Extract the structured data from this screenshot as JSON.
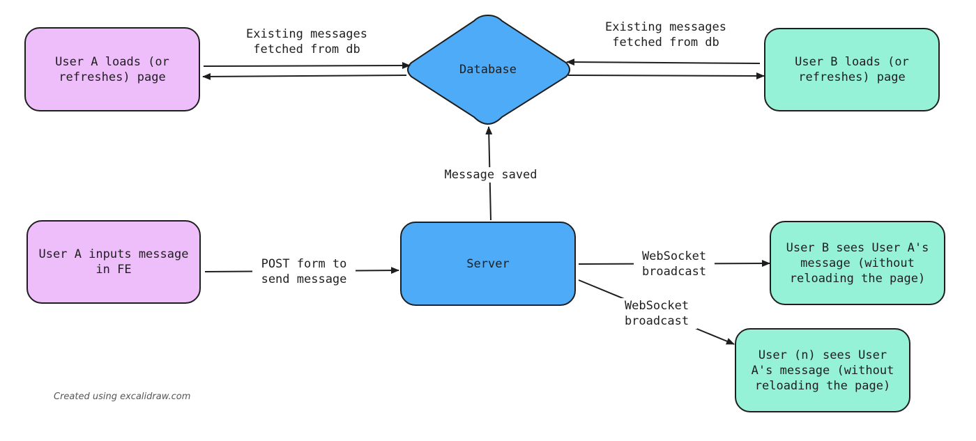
{
  "nodes": {
    "user_a_loads": "User A loads (or\nrefreshes) page",
    "database": "Database",
    "user_b_loads": "User B loads (or\nrefreshes) page",
    "user_a_inputs": "User A inputs message\nin FE",
    "server": "Server",
    "user_b_sees": "User B sees User A's\nmessage (without\nreloading the page)",
    "user_n_sees": "User (n) sees User\nA's message (without\nreloading the page)"
  },
  "edges": {
    "existing_left": "Existing messages\nfetched from db",
    "existing_right": "Existing messages\nfetched from db",
    "message_saved": "Message saved",
    "post_form": "POST form to\nsend message",
    "ws_b": "WebSocket\nbroadcast",
    "ws_n": "WebSocket\nbroadcast"
  },
  "footer": "Created using excalidraw.com",
  "colors": {
    "user_a": "#eebefa",
    "user_b": "#96f2d7",
    "core": "#4dabf7",
    "stroke": "#1e1e1e"
  }
}
